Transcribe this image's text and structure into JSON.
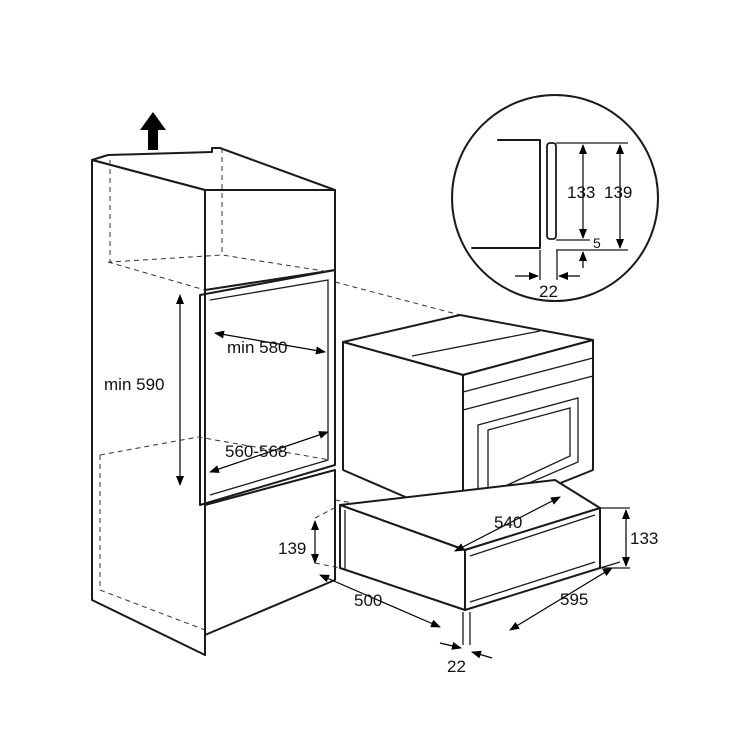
{
  "labels": {
    "min_590": "min 590",
    "min_580": "min 580",
    "w_560_568": "560-568",
    "d_500": "500",
    "w_540": "540",
    "w_595": "595",
    "h_133_right": "133",
    "h_139_left": "139",
    "t_22_bottom": "22",
    "detail_133": "133",
    "detail_139": "139",
    "detail_5": "5",
    "detail_22": "22"
  },
  "icons": {
    "up_arrow": "up-arrow-icon"
  }
}
